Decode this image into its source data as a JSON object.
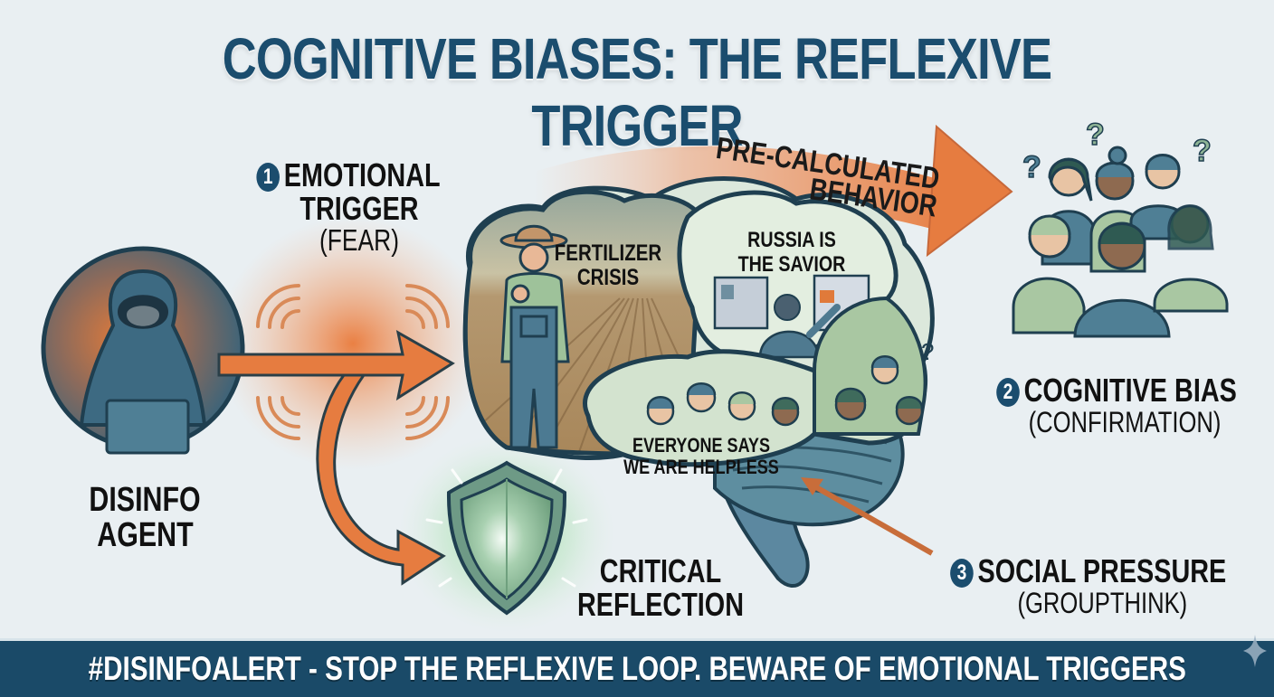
{
  "title": "COGNITIVE BIASES: THE REFLEXIVE TRIGGER",
  "agent": {
    "icon": "hooded-hacker-icon",
    "label_line1": "DISINFO",
    "label_line2": "AGENT"
  },
  "steps": [
    {
      "number": "1",
      "title_line1": "EMOTIONAL",
      "title_line2": "TRIGGER",
      "subtitle": "(FEAR)"
    },
    {
      "number": "2",
      "title_line1": "COGNITIVE BIAS",
      "subtitle": "(CONFIRMATION)"
    },
    {
      "number": "3",
      "title_line1": "SOCIAL PRESSURE",
      "subtitle": "(GROUPTHINK)"
    }
  ],
  "arrow_label": {
    "line1": "PRE-CALCULATED",
    "line2": "BEHAVIOR"
  },
  "brain_panels": [
    {
      "line1": "FERTILIZER",
      "line2": "CRISIS"
    },
    {
      "line1": "RUSSIA IS",
      "line2": "THE SAVIOR"
    },
    {
      "line1": "EVERYONE SAYS",
      "line2": "WE ARE HELPLESS"
    }
  ],
  "shield": {
    "icon": "shield-icon",
    "label_line1": "CRITICAL",
    "label_line2": "REFLECTION"
  },
  "crowd": {
    "icon": "confused-crowd-icon",
    "question_mark": "?"
  },
  "footer": "#DISINFOALERT - STOP THE REFLEXIVE LOOP. BEWARE OF EMOTIONAL TRIGGERS",
  "colors": {
    "navy": "#1b4d6e",
    "orange": "#e57a3e",
    "teal": "#4a7890",
    "sage": "#a9c7a2",
    "background": "#e9eff2"
  }
}
